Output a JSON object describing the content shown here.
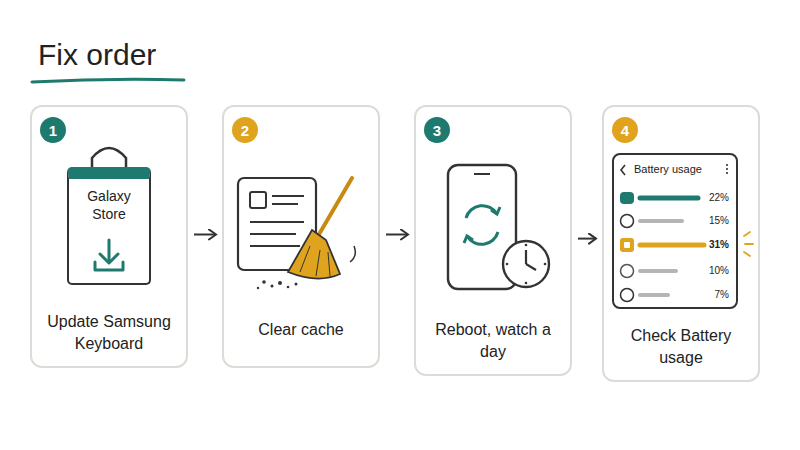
{
  "diagram": {
    "title": "Fix order",
    "nodes": [
      {
        "text": [
          "Update Samsung Keyboard"
        ]
      },
      {
        "text": [
          "1"
        ],
        "in": 0
      },
      {
        "text": [
          "Galaxy Store"
        ],
        "in": 0
      },
      {
        "text": [
          "Clear cache"
        ]
      },
      {
        "text": [
          "2"
        ],
        "in": 3
      },
      {
        "text": [
          "Reboot, watch a day"
        ]
      },
      {
        "text": [
          "3"
        ],
        "in": 5
      },
      {
        "text": [
          "Check Battery usage"
        ]
      },
      {
        "text": [
          "4"
        ],
        "in": 7
      },
      {
        "text": [
          "Battery usage",
          "22%",
          "15%",
          "31%",
          "10%",
          "7%"
        ],
        "in": 7
      }
    ],
    "edges": [
      {
        "from": 0,
        "to": 3,
        "arrow": "to"
      },
      {
        "from": 3,
        "to": 5,
        "arrow": "to"
      },
      {
        "from": 5,
        "to": 7,
        "arrow": "to"
      }
    ]
  }
}
